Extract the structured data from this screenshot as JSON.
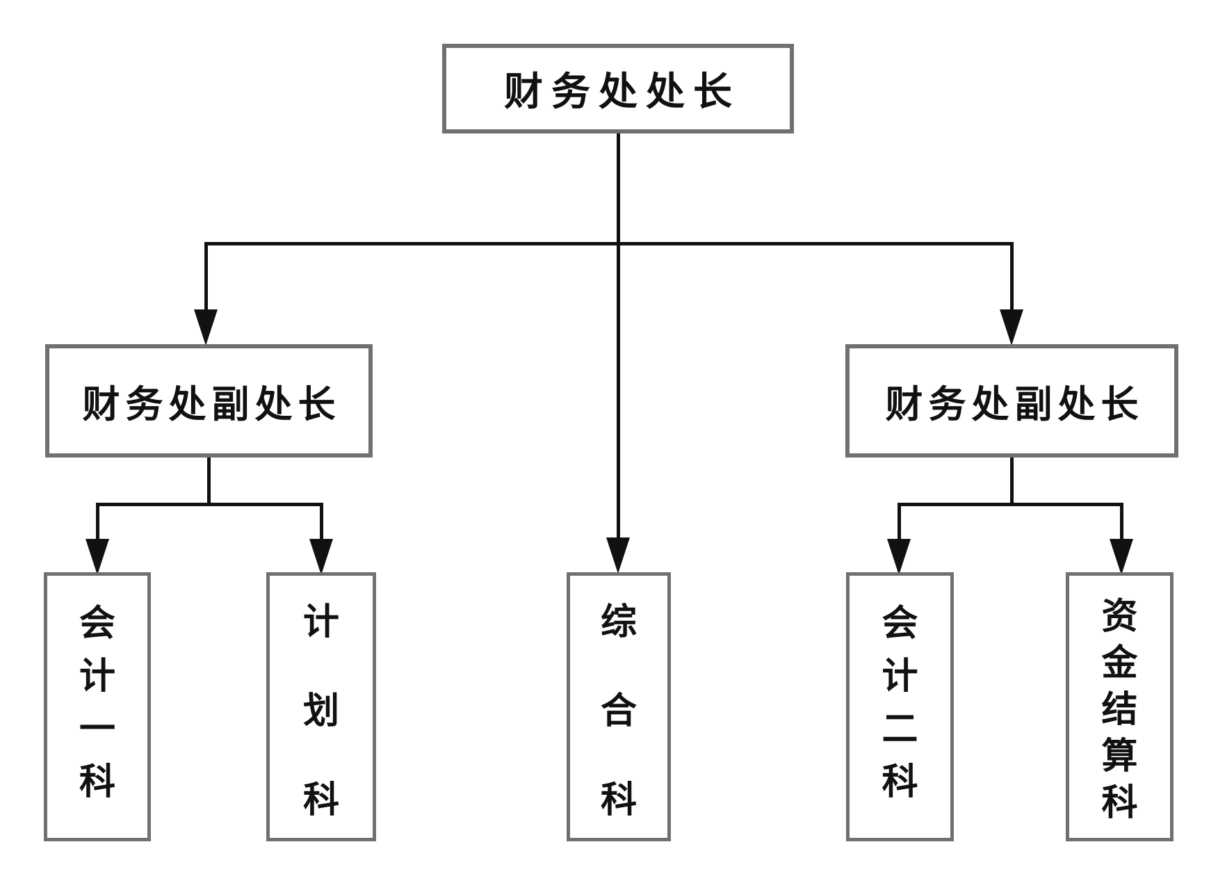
{
  "diagram": {
    "type": "org-chart",
    "background": "#ffffff",
    "box_border_color": "#707070",
    "line_color": "#111111",
    "text_color": "#111111",
    "nodes": {
      "director": {
        "label": "财务处处长"
      },
      "deputy_left": {
        "label": "财务处副处长"
      },
      "deputy_right": {
        "label": "财务处副处长"
      },
      "accounting_1": {
        "label": "会计一科"
      },
      "planning": {
        "label": "计划科"
      },
      "general": {
        "label": "综合科"
      },
      "accounting_2": {
        "label": "会计二科"
      },
      "funds_settlement": {
        "label": "资金结算科"
      }
    },
    "connections": [
      {
        "from": "director",
        "to": "deputy_left"
      },
      {
        "from": "director",
        "to": "general"
      },
      {
        "from": "director",
        "to": "deputy_right"
      },
      {
        "from": "deputy_left",
        "to": "accounting_1"
      },
      {
        "from": "deputy_left",
        "to": "planning"
      },
      {
        "from": "deputy_right",
        "to": "accounting_2"
      },
      {
        "from": "deputy_right",
        "to": "funds_settlement"
      }
    ]
  }
}
